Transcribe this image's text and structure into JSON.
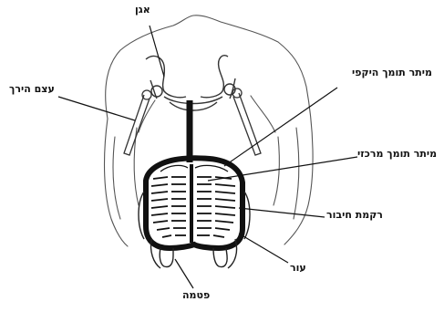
{
  "labels": {
    "pelvis": "אגן",
    "femur": "עצם הירך",
    "peripheral_ligament": "מיתר תומך היקפי",
    "central_ligament": "מיתר תומך מרכזי",
    "connective_tissue": "רקמת חיבור",
    "skin": "עור",
    "teat": "פטמה"
  },
  "colors": {
    "ink": "#111111",
    "paper": "#ffffff"
  }
}
